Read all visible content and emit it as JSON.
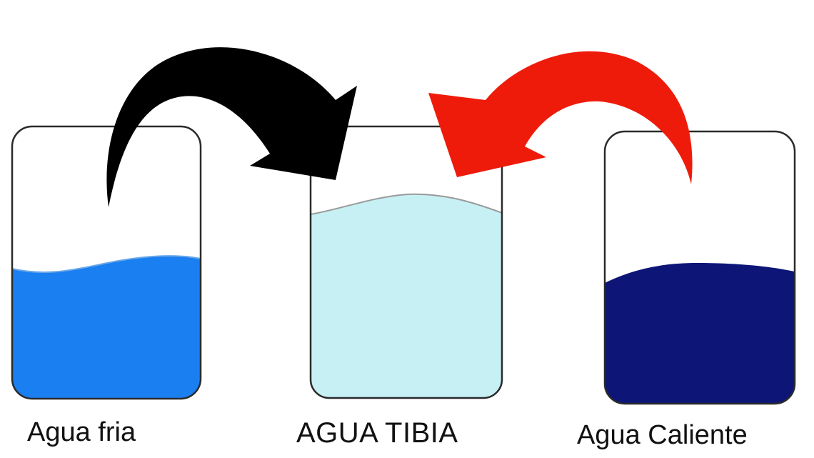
{
  "labels": {
    "cold": "Agua fria",
    "warm": "AGUA TIBIA",
    "hot": "Agua Caliente"
  },
  "colors": {
    "cold_water": "#1a7ff0",
    "warm_water": "#c6f0f4",
    "hot_water": "#0d1677",
    "black_arrow": "#000000",
    "red_arrow": "#ee1b0b",
    "beaker_outline": "#2a2a2a"
  },
  "fill_levels": {
    "cold": 0.52,
    "warm": 0.7,
    "hot": 0.47
  }
}
